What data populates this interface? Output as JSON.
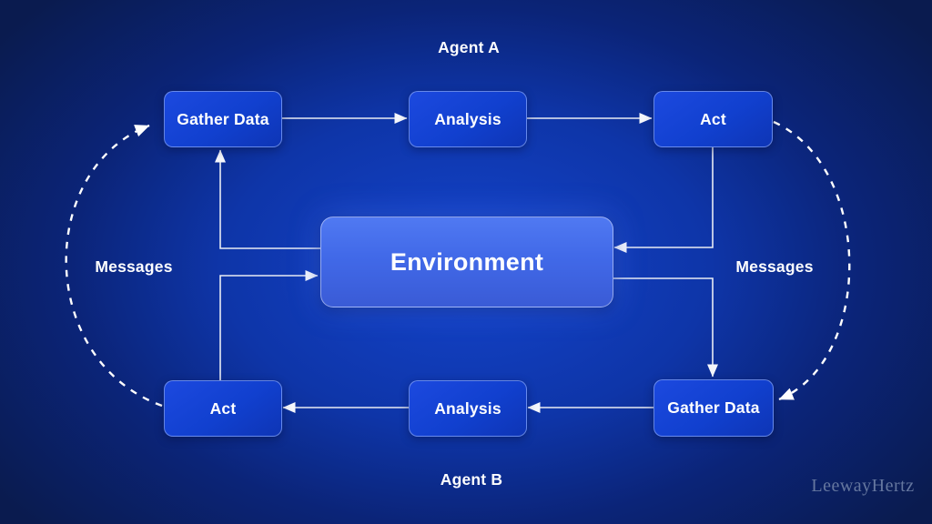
{
  "title": "Multi-agent loop diagram",
  "colors": {
    "background_center": "#1444cc",
    "background_edge": "#0a1b4f",
    "node_fill": "#1140cf",
    "environment_fill": "#4169e8",
    "arrow_color": "#eef1f8",
    "watermark_color": "#65779f"
  },
  "agent_a": {
    "label": "Agent A",
    "nodes": [
      {
        "label": "Gather Data"
      },
      {
        "label": "Analysis"
      },
      {
        "label": "Act"
      }
    ]
  },
  "agent_b": {
    "label": "Agent B",
    "nodes": [
      {
        "label": "Act"
      },
      {
        "label": "Analysis"
      },
      {
        "label": "Gather Data"
      }
    ]
  },
  "environment": {
    "label": "Environment"
  },
  "messages": {
    "left_label": "Messages",
    "right_label": "Messages"
  },
  "watermark": "LeewayHertz"
}
